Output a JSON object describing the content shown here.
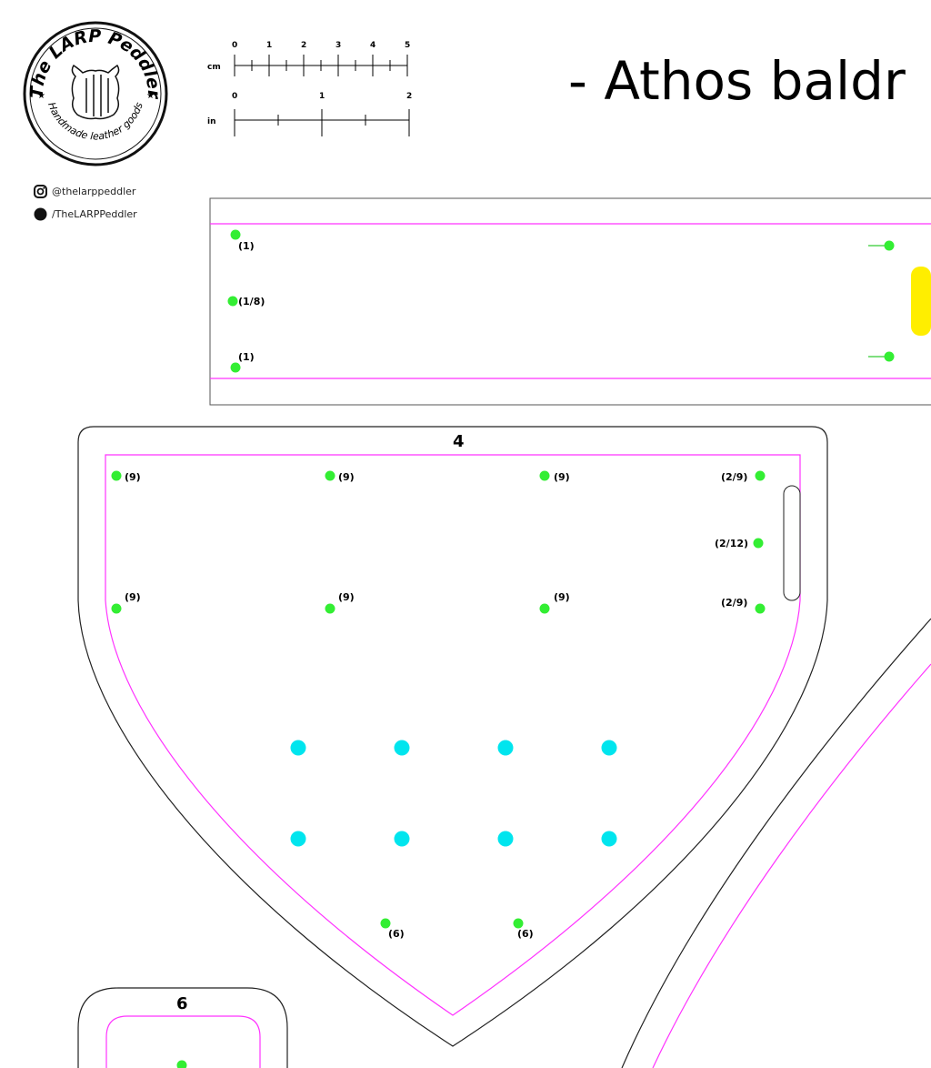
{
  "logo": {
    "top_text": "The LARP Peddler",
    "bottom_text": "Handmade leather goods"
  },
  "scale": {
    "cm_label": "cm",
    "cm_ticks": [
      "0",
      "1",
      "2",
      "3",
      "4",
      "5"
    ],
    "in_label": "in",
    "in_ticks": [
      "0",
      "1",
      "2"
    ]
  },
  "social": {
    "instagram": "@thelarppeddler",
    "facebook": "/TheLARPPeddler"
  },
  "title": "- Athos baldr",
  "strap": {
    "labels": [
      "(1)",
      "(1/8)",
      "(1)"
    ]
  },
  "piece4": {
    "number": "4",
    "row1": [
      "(9)",
      "(9)",
      "(9)",
      "(2/9)"
    ],
    "mid_right": "(2/12)",
    "row2": [
      "(9)",
      "(9)",
      "(9)",
      "(2/9)"
    ],
    "bottom": [
      "(6)",
      "(6)"
    ]
  },
  "piece6": {
    "number": "6"
  },
  "colors": {
    "hole": "#33ee33",
    "rivet": "#00e5ee",
    "seam": "#ff33ff",
    "slot": "#ffee00"
  }
}
